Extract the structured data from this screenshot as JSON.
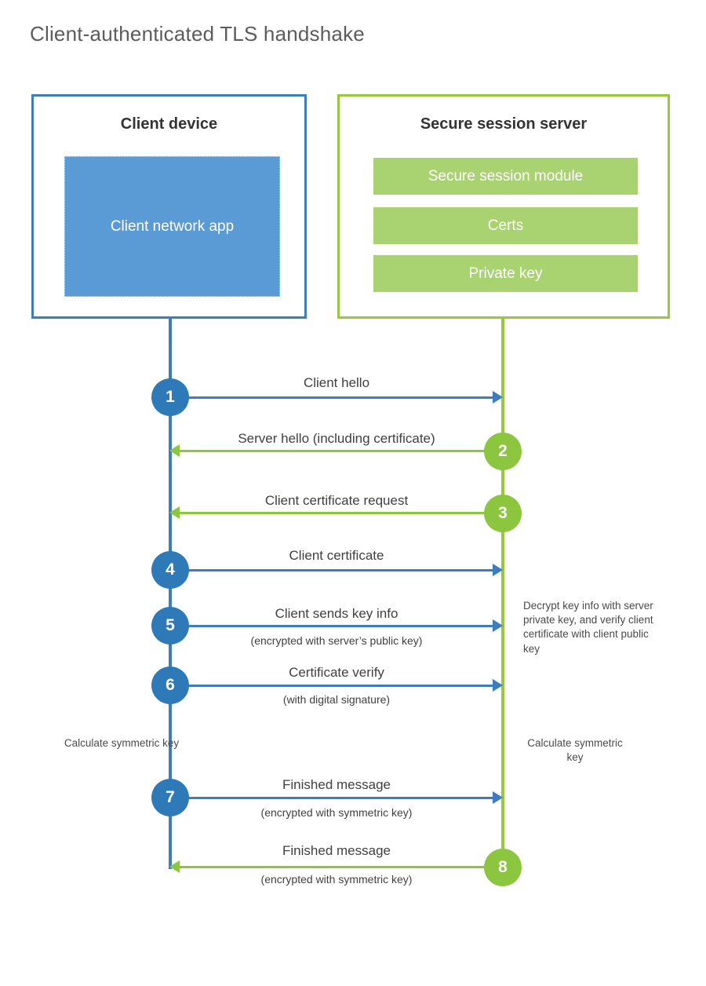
{
  "page": {
    "title": "Client-authenticated TLS handshake"
  },
  "colors": {
    "client_blue": "#3b7dbf",
    "client_fill_blue": "#5b9bd5",
    "step_blue": "#2e7ab8",
    "server_green": "#97c93d",
    "server_fill_green": "#a9d271",
    "step_green": "#8cc63e",
    "title_gray": "#5c5c5c",
    "text_gray": "#404040"
  },
  "actors": {
    "client": {
      "title": "Client device",
      "component": "Client network app"
    },
    "server": {
      "title": "Secure session server",
      "components": [
        "Secure session module",
        "Certs",
        "Private key"
      ]
    }
  },
  "diagram": {
    "type": "sequence",
    "messages": [
      {
        "step": "1",
        "label": "Client hello",
        "sublabel": "",
        "direction": "client-to-server",
        "color": "blue"
      },
      {
        "step": "2",
        "label": "Server hello (including certificate)",
        "sublabel": "",
        "direction": "server-to-client",
        "color": "green"
      },
      {
        "step": "3",
        "label": "Client certificate request",
        "sublabel": "",
        "direction": "server-to-client",
        "color": "green"
      },
      {
        "step": "4",
        "label": "Client certificate",
        "sublabel": "",
        "direction": "client-to-server",
        "color": "blue"
      },
      {
        "step": "5",
        "label": "Client sends key info",
        "sublabel": "(encrypted with server’s public key)",
        "direction": "client-to-server",
        "color": "blue"
      },
      {
        "step": "6",
        "label": "Certificate verify",
        "sublabel": "(with digital signature)",
        "direction": "client-to-server",
        "color": "blue"
      },
      {
        "step": "7",
        "label": "Finished message",
        "sublabel": "(encrypted with symmetric key)",
        "direction": "client-to-server",
        "color": "blue"
      },
      {
        "step": "8",
        "label": "Finished message",
        "sublabel": "(encrypted with symmetric key)",
        "direction": "server-to-client",
        "color": "green"
      }
    ],
    "notes": {
      "server_decrypt": "Decrypt key info with server private key, and verify client certificate with client public key",
      "client_calculate": "Calculate symmetric key",
      "server_calculate": "Calculate symmetric key"
    }
  }
}
